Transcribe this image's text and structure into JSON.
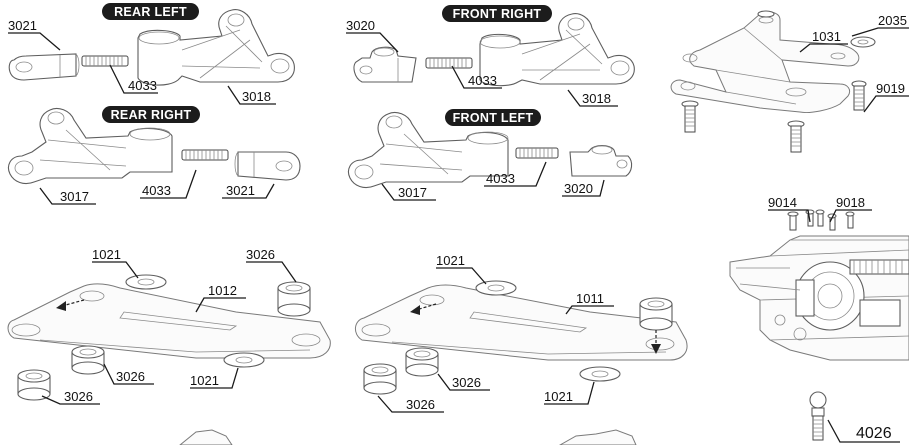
{
  "section_labels": {
    "rear_left": "REAR LEFT",
    "front_right": "FRONT RIGHT",
    "rear_right": "REAR RIGHT",
    "front_left": "FRONT LEFT"
  },
  "part_numbers": {
    "p3021_a": "3021",
    "p4033_a": "4033",
    "p3018_a": "3018",
    "p3017_a": "3017",
    "p4033_b": "4033",
    "p3021_b": "3021",
    "p3020_a": "3020",
    "p4033_c": "4033",
    "p3018_b": "3018",
    "p3017_b": "3017",
    "p4033_d": "4033",
    "p3020_b": "3020",
    "p1031": "1031",
    "p2035": "2035",
    "p9019": "9019",
    "p9014": "9014",
    "p9018": "9018",
    "p1021_a": "1021",
    "p3026_a": "3026",
    "p1012": "1012",
    "p3026_b": "3026",
    "p1021_b": "1021",
    "p3026_c": "3026",
    "p1021_c": "1021",
    "p1011": "1011",
    "p3026_d": "3026",
    "p3026_e": "3026",
    "p1021_d": "1021",
    "p4026": "4026"
  }
}
